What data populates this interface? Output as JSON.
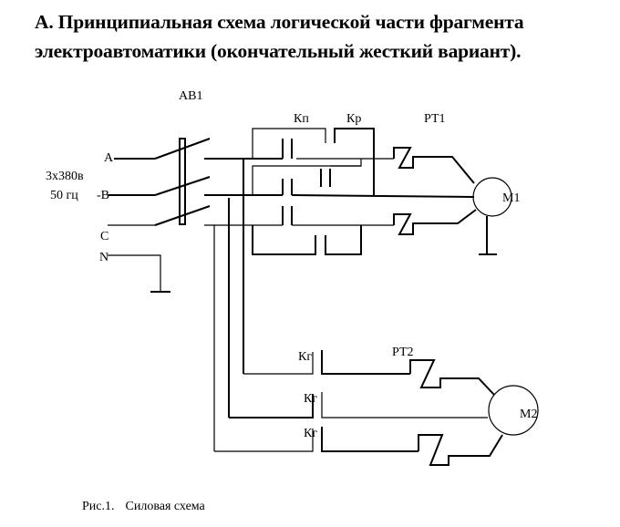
{
  "heading": {
    "line1": "А. Принципиальная схема логической части фрагмента",
    "line2": "электроавтоматики (окончательный жесткий вариант)."
  },
  "diagram": {
    "breaker_label": "АВ1",
    "supply": {
      "phase_a": "A",
      "phase_b": "-B",
      "phase_c": "C",
      "neutral": "N",
      "voltage": "3x380в",
      "frequency": "50 гц"
    },
    "contactors": {
      "forward": "Кп",
      "reverse": "Кр",
      "motor2": [
        "Кг",
        "Кг",
        "Кг"
      ]
    },
    "thermal_relays": [
      "РТ1",
      "РТ2"
    ],
    "motors": [
      "М1",
      "М2"
    ]
  },
  "caption": {
    "number": "Рис.1.",
    "text": "Силовая схема"
  }
}
